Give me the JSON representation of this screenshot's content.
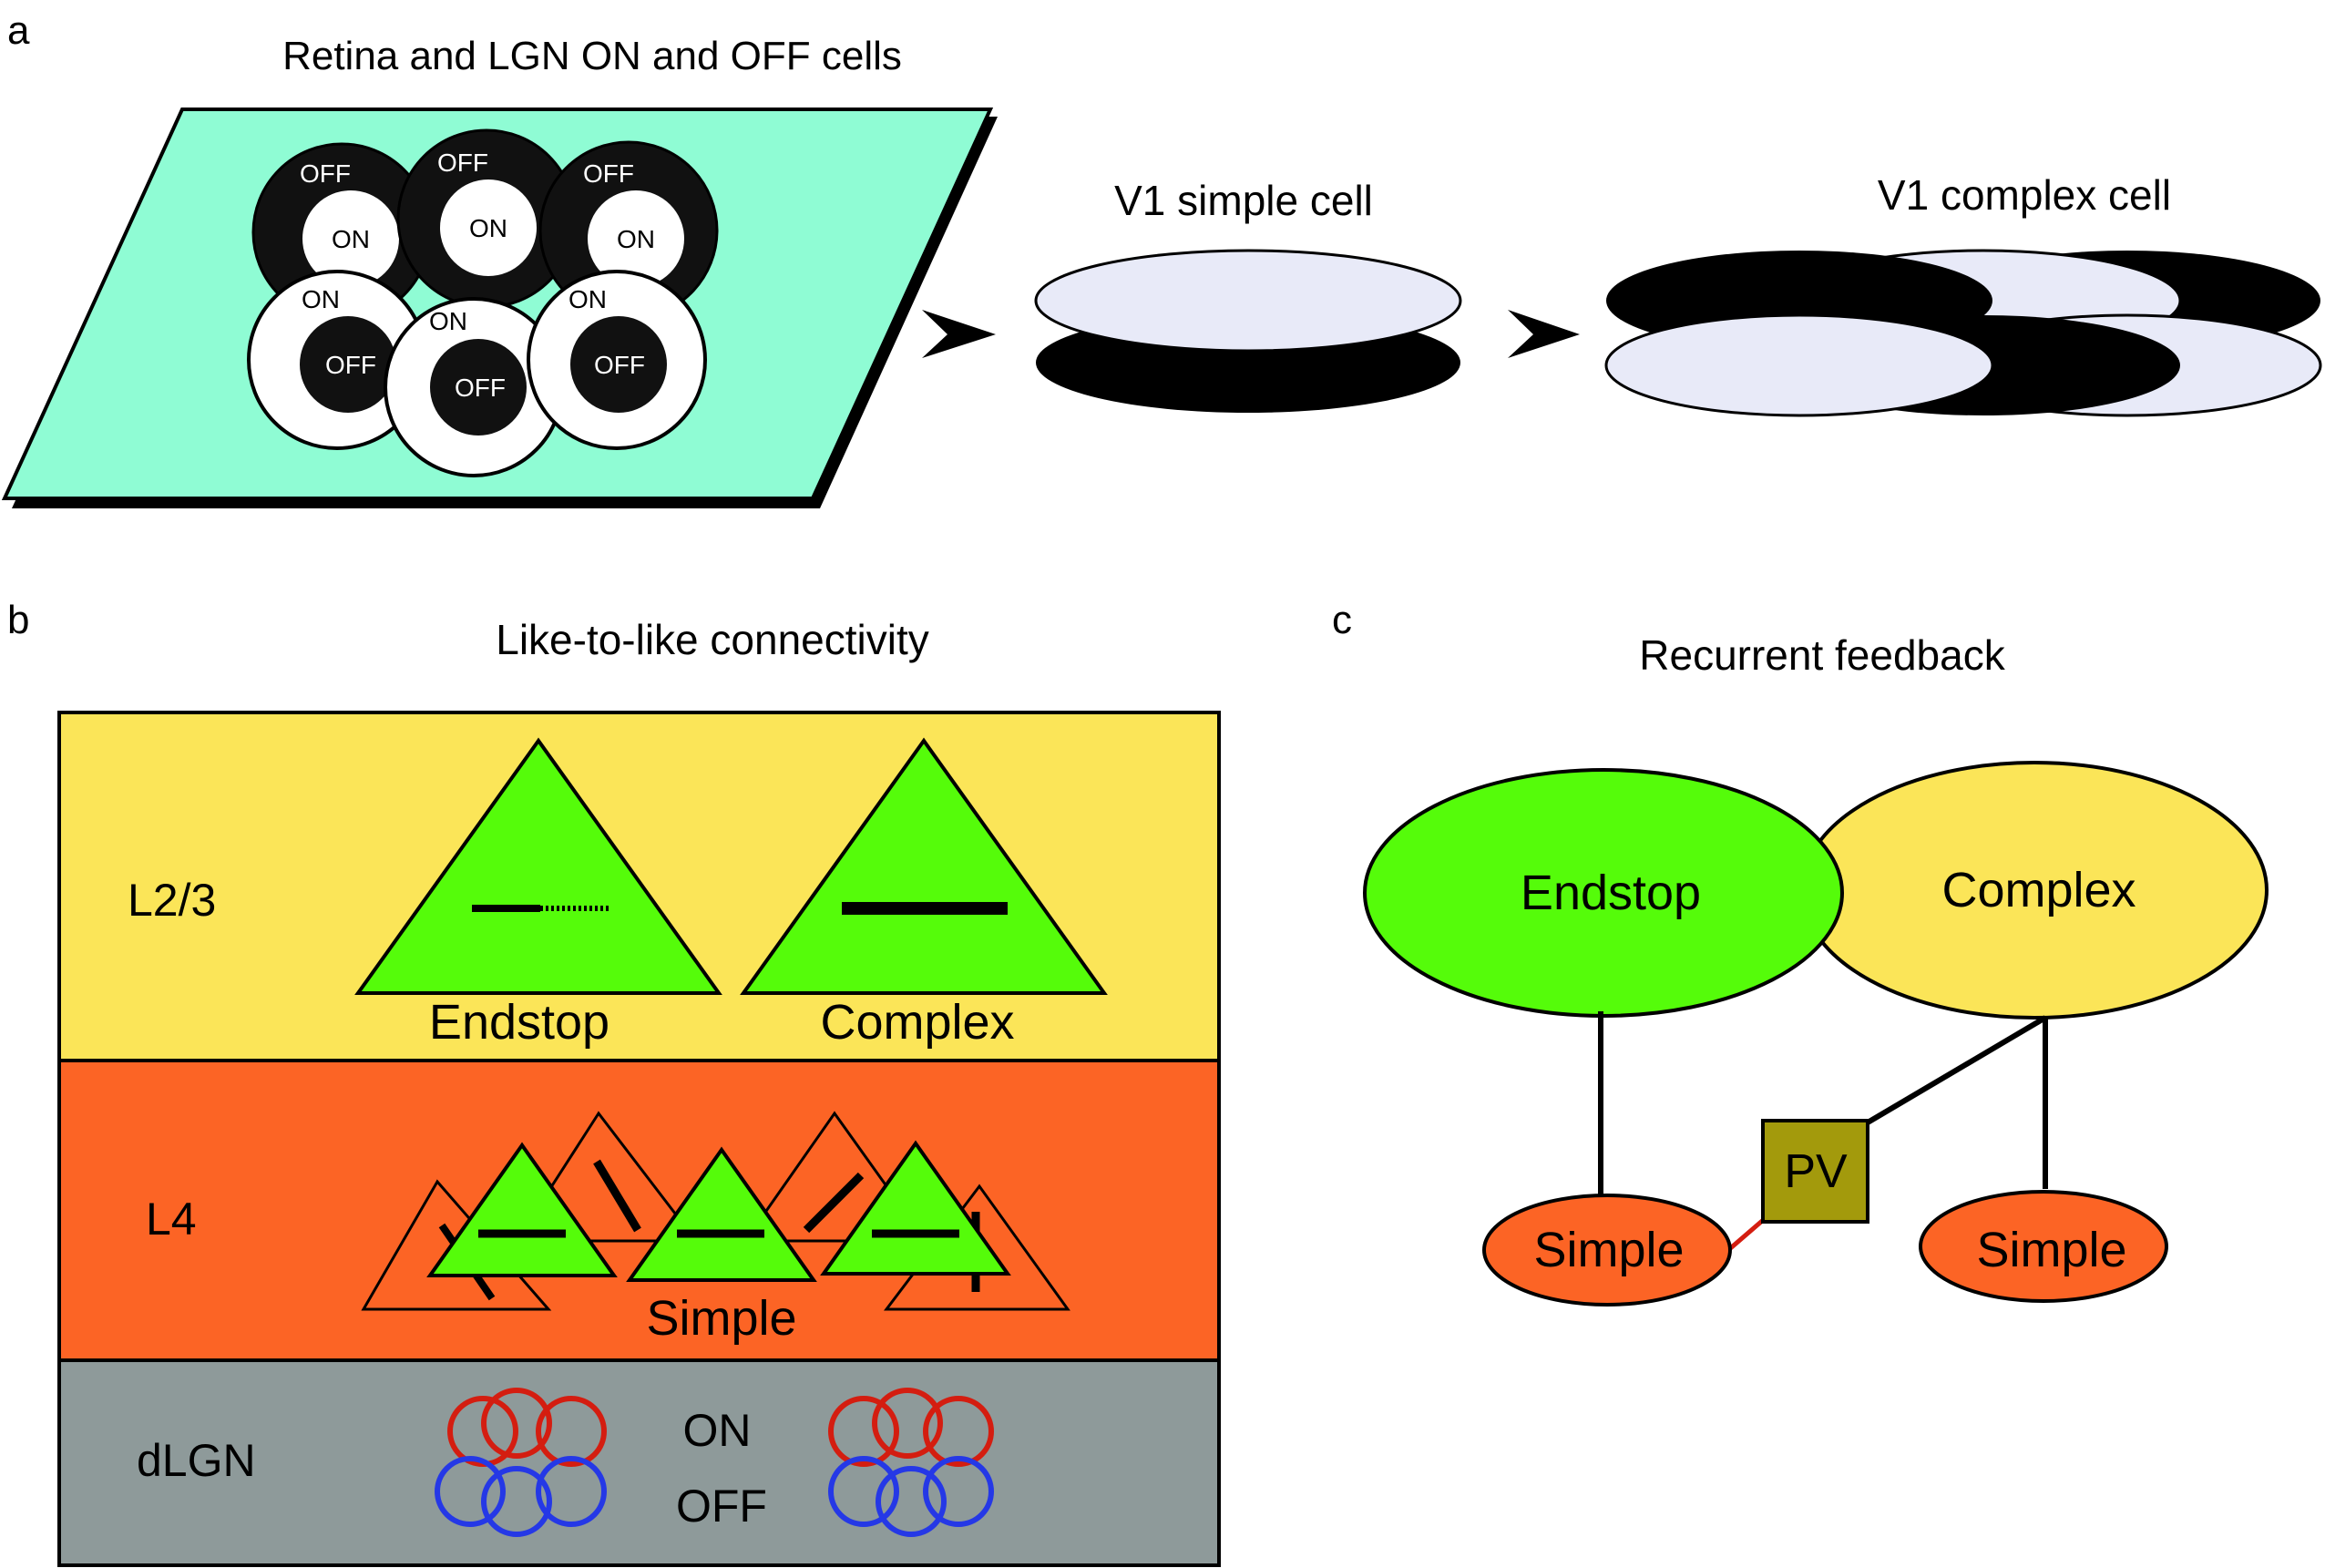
{
  "panel_a": {
    "letter": "a",
    "title": "Retina and LGN ON and OFF cells",
    "simple_label": "V1 simple cell",
    "complex_label": "V1 complex cell",
    "on": "ON",
    "off": "OFF"
  },
  "panel_b": {
    "letter": "b",
    "title": "Like-to-like connectivity",
    "layers": {
      "l23": "L2/3",
      "l4": "L4",
      "dlgn": "dLGN"
    },
    "endstop": "Endstop",
    "complex": "Complex",
    "simple": "Simple",
    "on": "ON",
    "off": "OFF"
  },
  "panel_c": {
    "letter": "c",
    "title": "Recurrent feedback",
    "endstop": "Endstop",
    "complex": "Complex",
    "simple_left": "Simple",
    "simple_right": "Simple",
    "pv": "PV"
  },
  "colors": {
    "mint": "#8ffcd4",
    "yellow": "#fbe558",
    "orange": "#fc6425",
    "grey": "#8e9a9a",
    "green": "#55fc0a",
    "lavender": "#e8eaf8",
    "olive": "#a39a0c",
    "red": "#d41d10",
    "blue": "#2538e6"
  }
}
